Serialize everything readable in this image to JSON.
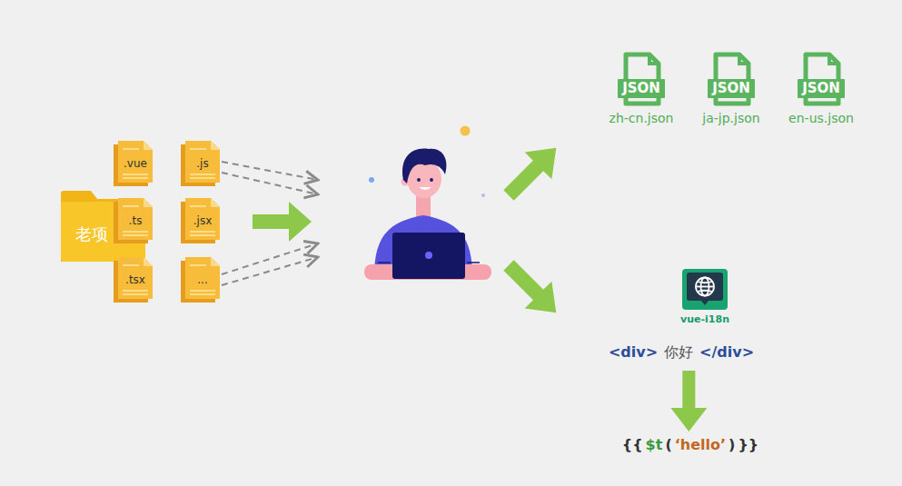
{
  "diagram": {
    "nodes": [
      {
        "text": [
          "老项"
        ]
      },
      {
        "text": [
          ".vue"
        ]
      },
      {
        "text": [
          ".js"
        ]
      },
      {
        "text": [
          ".ts"
        ]
      },
      {
        "text": [
          ".jsx"
        ]
      },
      {
        "text": [
          ".tsx"
        ]
      },
      {
        "text": [
          "..."
        ]
      },
      {
        "text": [
          "JSON",
          "zh-cn.json"
        ]
      },
      {
        "text": [
          "JSON",
          "ja-jp.json"
        ]
      },
      {
        "text": [
          "JSON",
          "en-us.json"
        ]
      },
      {
        "text": [
          "vue-i18n"
        ]
      },
      {
        "text": [
          "<div>",
          "你好",
          "</div>"
        ]
      },
      {
        "text": [
          "{{",
          "$t",
          "(",
          "‘hello’",
          ")",
          "}}"
        ]
      }
    ],
    "edges": [
      {
        "from": 11,
        "to": 12,
        "arrow": "to"
      }
    ]
  }
}
